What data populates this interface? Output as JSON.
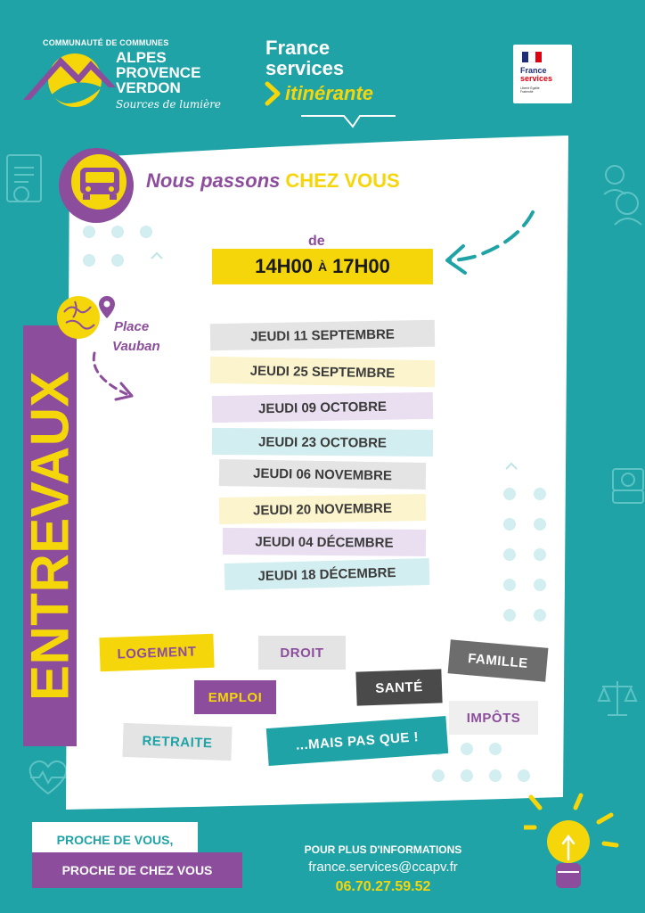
{
  "header": {
    "ccapv_sup": "COMMUNAUTÉ DE COMMUNES",
    "ccapv_name_1": "ALPES",
    "ccapv_name_2": "PROVENCE",
    "ccapv_name_3": "VERDON",
    "ccapv_tagline": "Sources de lumière",
    "fs_line1": "France",
    "fs_line2": "services",
    "fs_itinerante": "itinérante",
    "rf_line1": "France",
    "rf_line2": "services",
    "rf_motto": "Liberté Égalité Fraternité"
  },
  "main": {
    "city": "ENTREVAUX",
    "lead": "Nous passons",
    "lead_highlight": "CHEZ VOUS",
    "de": "de",
    "hour_start": "14H00",
    "hour_sep": "À",
    "hour_end": "17H00",
    "place_line1": "Place",
    "place_line2": "Vauban",
    "dates": [
      "JEUDI 11 SEPTEMBRE",
      "JEUDI 25 SEPTEMBRE",
      "JEUDI 09 OCTOBRE",
      "JEUDI 23 OCTOBRE",
      "JEUDI 06 NOVEMBRE",
      "JEUDI 20 NOVEMBRE",
      "JEUDI 04 DÉCEMBRE",
      "JEUDI 18 DÉCEMBRE"
    ],
    "tags": [
      "LOGEMENT",
      "DROIT",
      "FAMILLE",
      "EMPLOI",
      "SANTÉ",
      "IMPÔTS",
      "RETRAITE",
      "...MAIS PAS QUE !"
    ]
  },
  "footer": {
    "slogan1": "PROCHE DE VOUS,",
    "slogan2": "PROCHE DE CHEZ VOUS",
    "info_heading": "POUR PLUS D'INFORMATIONS",
    "email": "france.services@ccapv.fr",
    "phone": "06.70.27.59.52"
  },
  "colors": {
    "teal": "#1fa3a6",
    "purple": "#8c4d9c",
    "yellow": "#f5d60a",
    "grey": "#6d6d6d"
  }
}
